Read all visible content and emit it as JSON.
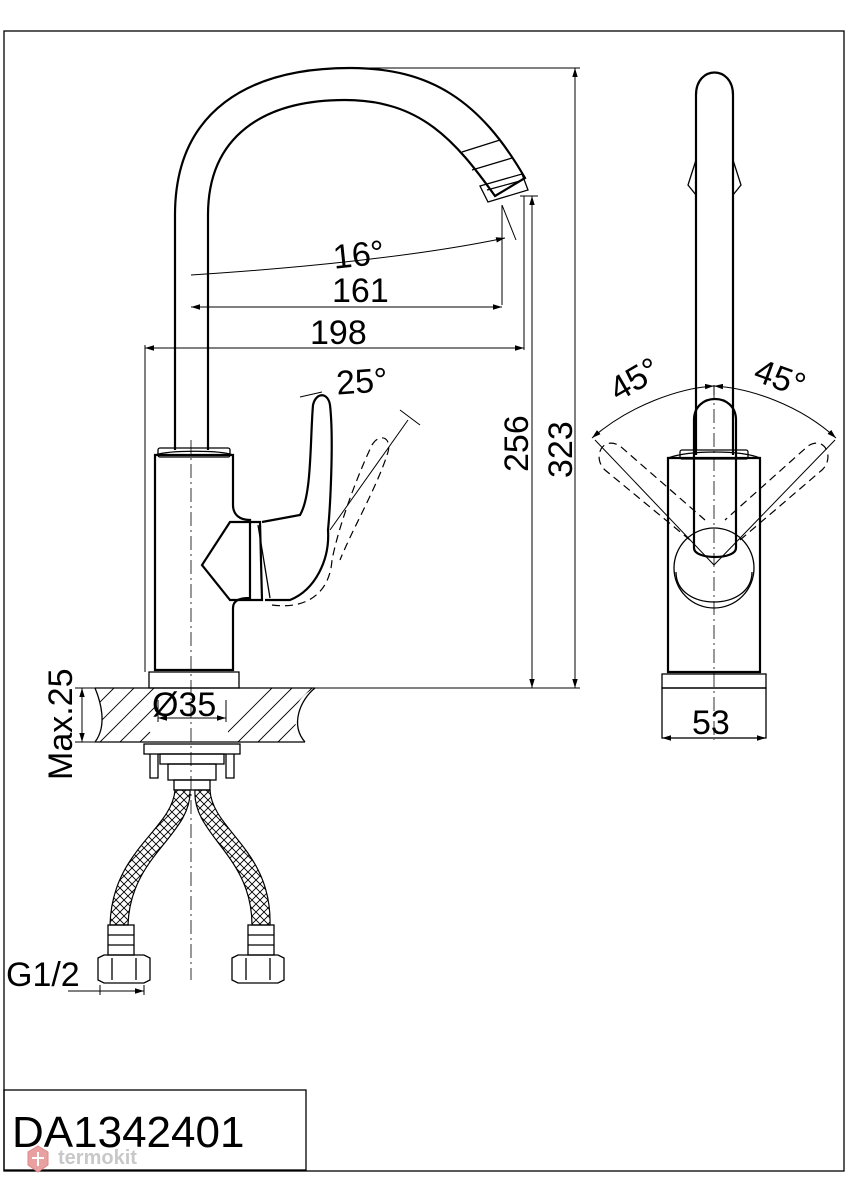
{
  "title_block": {
    "model_code": "DA1342401"
  },
  "watermark": {
    "brand": "termokit"
  },
  "dimensions": {
    "spout_swivel_angle": "16°",
    "spout_reach_inner": "161",
    "spout_reach_outer": "198",
    "lever_tilt_angle": "25°",
    "outlet_height": "256",
    "total_height": "323",
    "lever_left_angle": "45°",
    "lever_right_angle": "45°",
    "body_width": "53",
    "base_diameter": "Ø35",
    "max_countertop": "Max.25",
    "hose_thread": "G1/2"
  }
}
